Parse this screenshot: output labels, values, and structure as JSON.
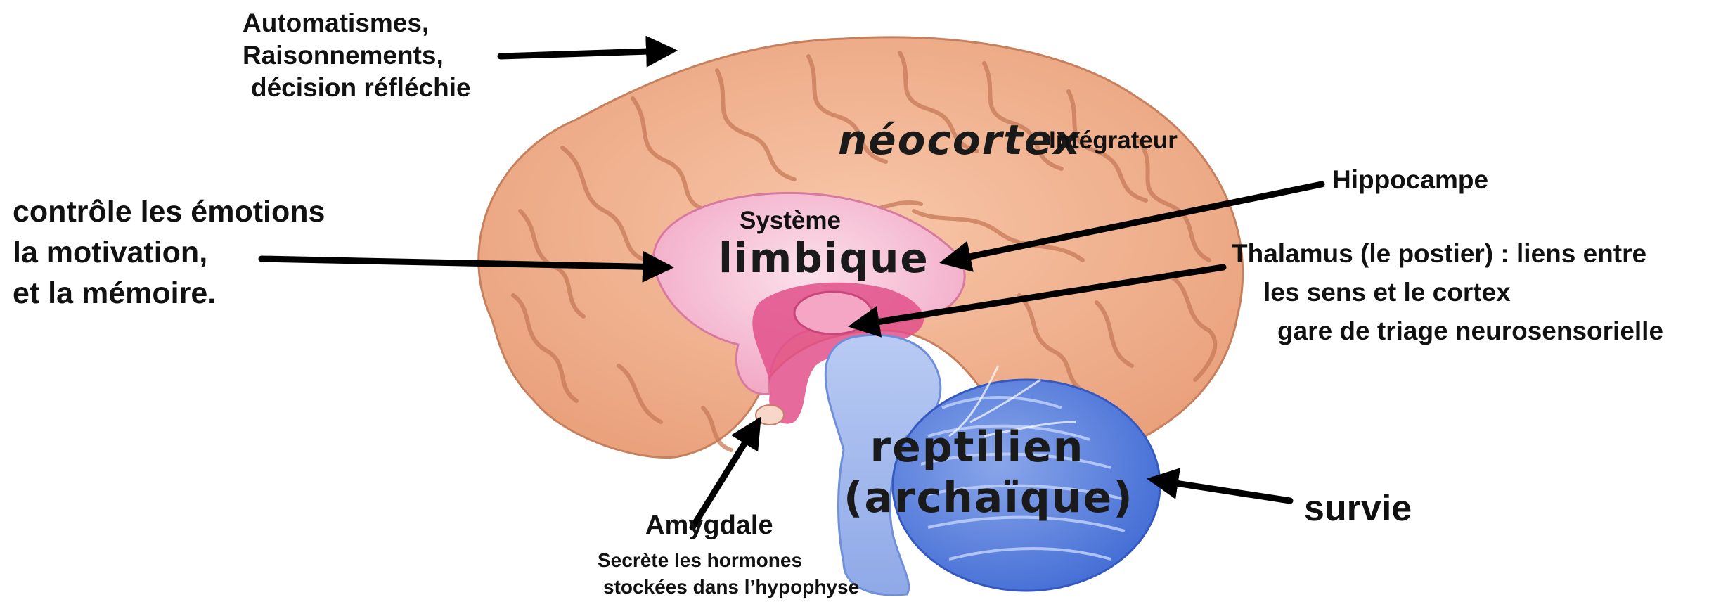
{
  "labels": {
    "top_left": {
      "line1": "Automatismes,",
      "line2": "Raisonnements,",
      "line3": "décision réfléchie"
    },
    "left": {
      "line1": "contrôle les émotions",
      "line2": "la motivation,",
      "line3": "et la mémoire."
    },
    "neocortex": "néocortex",
    "integrateur": "Intégrateur",
    "systeme": "Système",
    "limbique": "limbique",
    "hippocampe": "Hippocampe",
    "thalamus": {
      "line1": "Thalamus (le postier) : liens entre",
      "line2": "les sens et le cortex",
      "line3": "gare de triage neurosensorielle"
    },
    "reptilien": {
      "line1": "reptilien",
      "line2": "(archaïque)"
    },
    "survie": "survie",
    "amygdale": "Amygdale",
    "amygdale_note": {
      "line1": "Secrète les hormones",
      "line2": "stockées dans l’hypophyse"
    }
  },
  "colors": {
    "cortex": "#f3b896",
    "cortex_fold": "#c77a58",
    "limbic": "#f7c8dc",
    "limbic_core": "#e2508a",
    "brainstem": "#9ab4ee",
    "cerebellum": "#5f86e0",
    "arrow": "#000000"
  }
}
